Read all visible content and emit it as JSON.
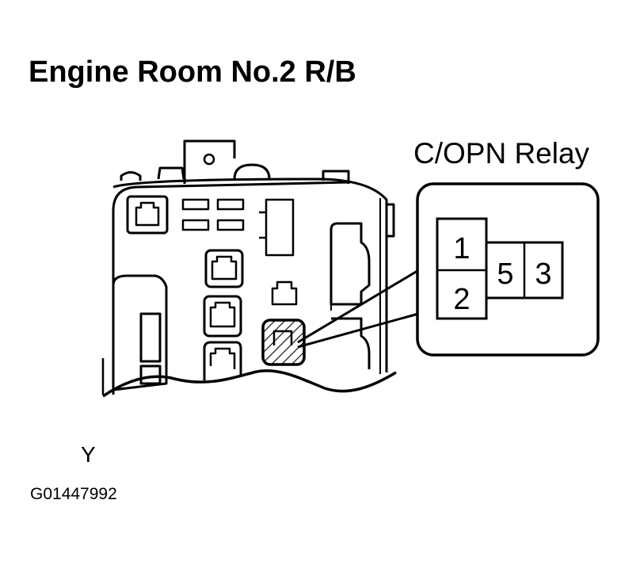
{
  "title": "Engine Room No.2 R/B",
  "relay": {
    "label": "C/OPN Relay",
    "pins": [
      "1",
      "2",
      "5",
      "3"
    ]
  },
  "labels": {
    "marker": "Y",
    "figure_id": "G01447992"
  }
}
